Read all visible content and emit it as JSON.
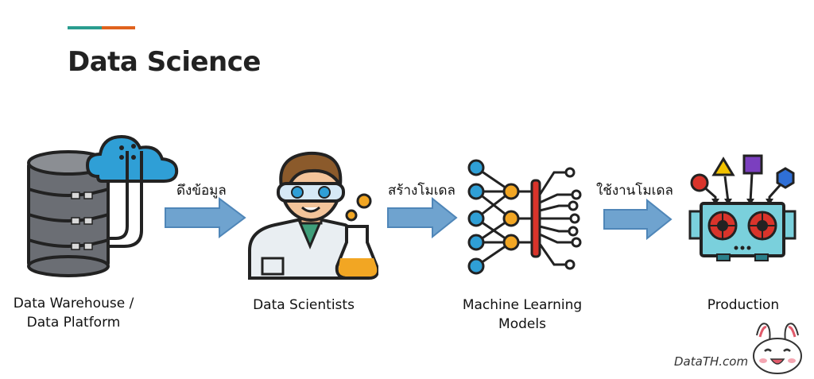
{
  "title": "Data Science",
  "accent_colors": {
    "teal": "#2a9d8f",
    "orange": "#e0621d",
    "arrow": "#6fa3cf",
    "arrow_stroke": "#4f86b8"
  },
  "nodes": [
    {
      "label_line1": "Data Warehouse /",
      "label_line2": "Data Platform",
      "icon": "database-cloud-icon"
    },
    {
      "label_line1": "Data Scientists",
      "label_line2": "",
      "icon": "scientist-icon"
    },
    {
      "label_line1": "Machine Learning",
      "label_line2": "Models",
      "icon": "neural-network-icon"
    },
    {
      "label_line1": "Production",
      "label_line2": "",
      "icon": "machine-icon"
    }
  ],
  "arrows": [
    {
      "label": "ดึงข้อมูล"
    },
    {
      "label": "สร้างโมเดล"
    },
    {
      "label": "ใช้งานโมเดล"
    }
  ],
  "brand": "DataTH.com"
}
